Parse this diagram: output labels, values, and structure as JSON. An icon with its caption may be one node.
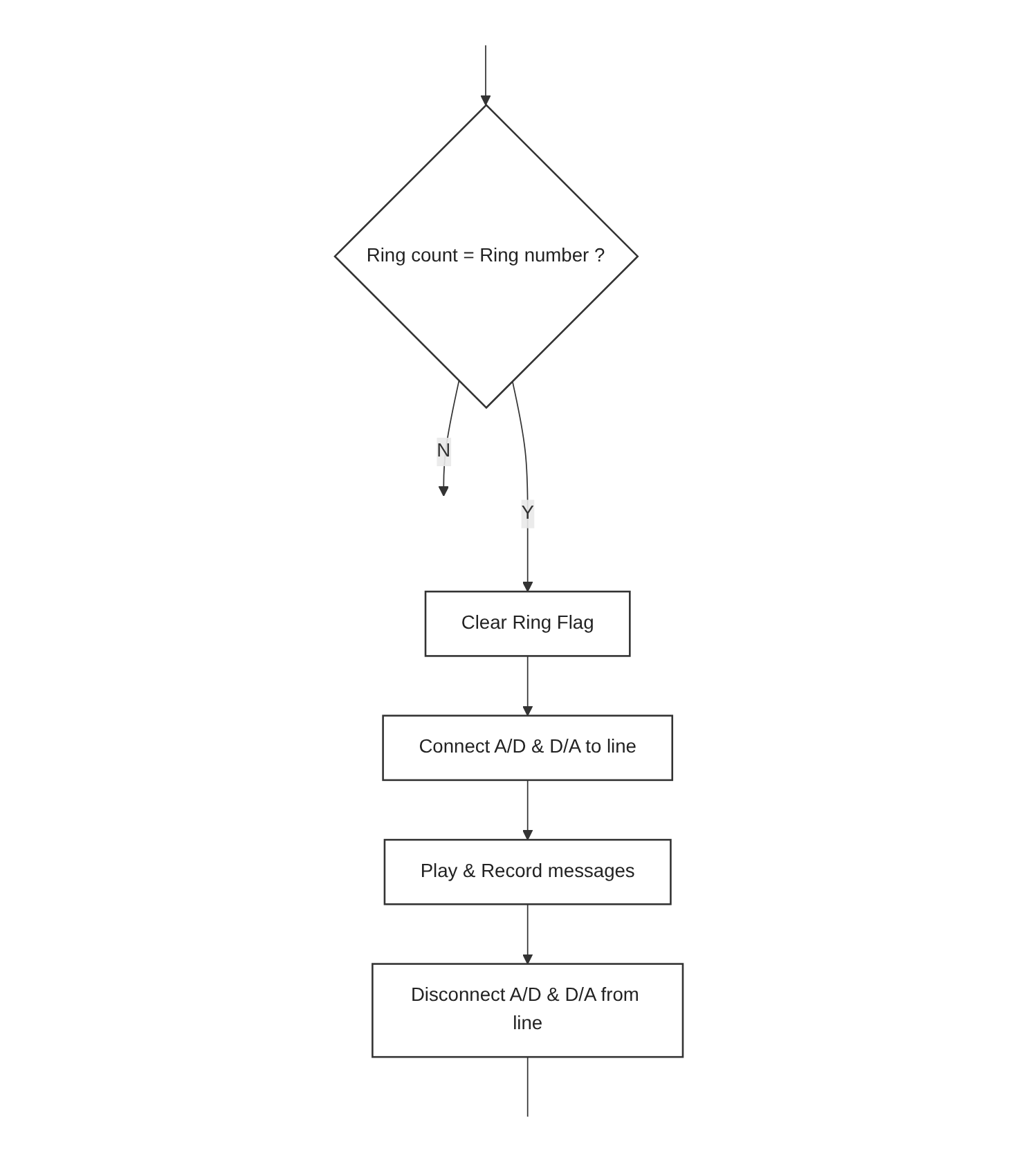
{
  "diagram": {
    "nodes": [
      {
        "text": [
          "Ring count = Ring number ?"
        ]
      },
      {
        "text": [
          "Clear Ring Flag"
        ]
      },
      {
        "text": [
          "Connect A/D & D/A to line"
        ]
      },
      {
        "text": [
          "Play & Record messages"
        ]
      },
      {
        "text": [
          "Disconnect A/D & D/A from line"
        ]
      }
    ],
    "edges": [
      {
        "from": null,
        "to": 0,
        "arrow": "to"
      },
      {
        "from": 0,
        "to": null,
        "arrow": "to",
        "label": "N"
      },
      {
        "from": 0,
        "to": 1,
        "arrow": "to",
        "label": "Y"
      },
      {
        "from": 1,
        "to": 2,
        "arrow": "to"
      },
      {
        "from": 2,
        "to": 3,
        "arrow": "to"
      },
      {
        "from": 3,
        "to": 4,
        "arrow": "to"
      },
      {
        "from": 4,
        "to": null,
        "arrow": "none"
      }
    ]
  }
}
